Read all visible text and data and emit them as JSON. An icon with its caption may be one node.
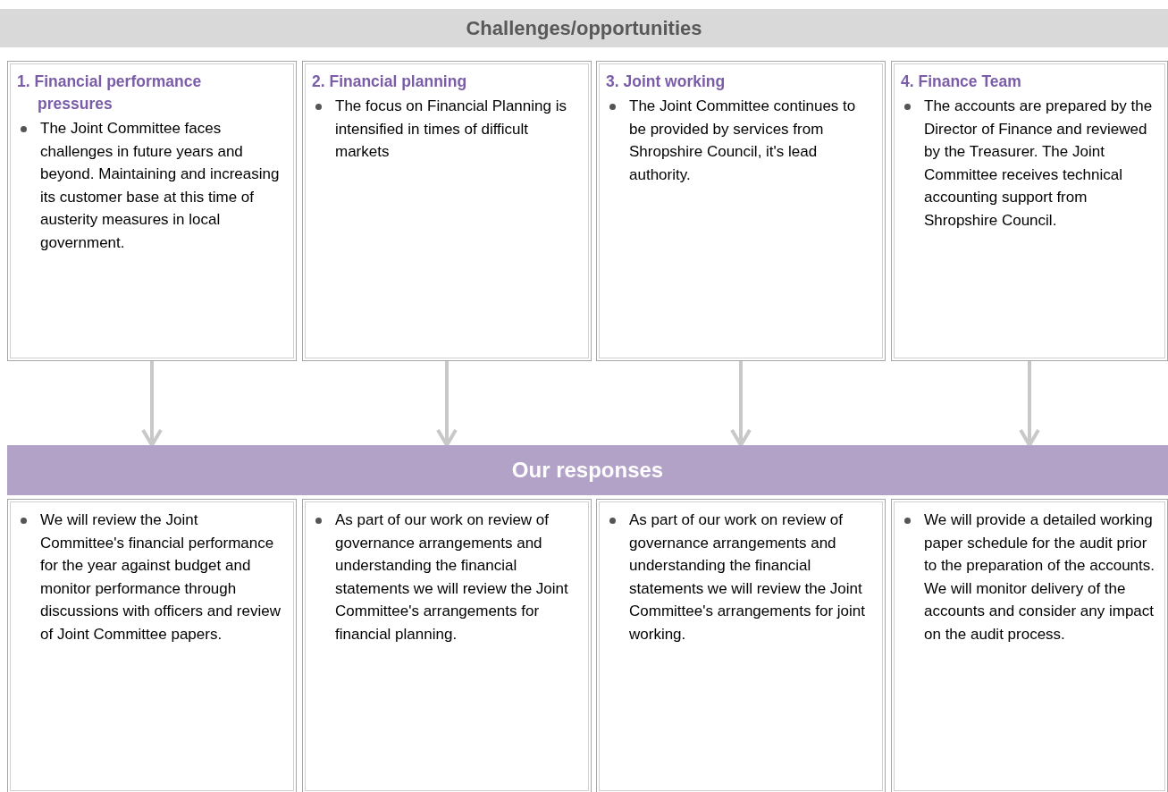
{
  "diagram": {
    "nodes": [
      {
        "text": [
          "Challenges/opportunities"
        ]
      },
      {
        "text": [
          "1. Financial performance pressures",
          "The Joint Committee faces challenges in future years and beyond. Maintaining and increasing its customer base at this time of austerity measures in local government."
        ]
      },
      {
        "text": [
          "2. Financial planning",
          "The focus on Financial Planning is intensified in times of difficult markets"
        ]
      },
      {
        "text": [
          "3. Joint working",
          "The Joint Committee continues to be provided by services from Shropshire Council, it's lead authority."
        ]
      },
      {
        "text": [
          "4. Finance Team",
          "The accounts are prepared by the Director of Finance and reviewed by the Treasurer. The Joint Committee receives technical accounting support from Shropshire Council."
        ]
      },
      {
        "text": [
          "Our responses"
        ]
      },
      {
        "text": [
          "We will review the Joint Committee's financial performance for the year against budget and monitor performance through discussions with officers and review of Joint Committee papers."
        ]
      },
      {
        "text": [
          "As part of our work on review of governance arrangements and understanding the financial statements we will review the Joint Committee's arrangements for financial planning."
        ]
      },
      {
        "text": [
          "As part of our work on review of governance arrangements and understanding the financial statements we will review the Joint Committee's arrangements for joint working."
        ]
      },
      {
        "text": [
          "We will provide a detailed working paper schedule for the audit prior to the preparation of the accounts. We will monitor delivery of the accounts and consider any impact on the audit process."
        ]
      }
    ],
    "edges": [
      {
        "from": 1,
        "to": 5,
        "arrow": "to"
      },
      {
        "from": 2,
        "to": 5,
        "arrow": "to"
      },
      {
        "from": 3,
        "to": 5,
        "arrow": "to"
      },
      {
        "from": 4,
        "to": 5,
        "arrow": "to"
      }
    ]
  }
}
